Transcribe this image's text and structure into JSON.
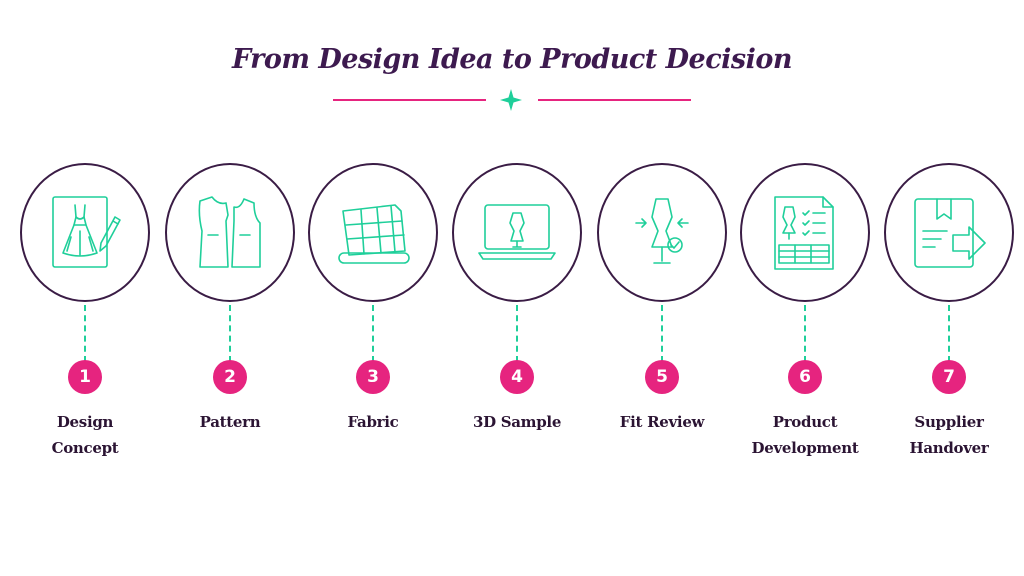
{
  "title": "From Design Idea to Product Decision",
  "colors": {
    "title": "#3d1a4f",
    "accent_pink": "#e6247f",
    "accent_green": "#1fcf9a",
    "circle_border": "#3a1c45"
  },
  "steps": [
    {
      "number": "1",
      "label_line1": "Design",
      "label_line2": "Concept",
      "icon": "dress-sketch-icon"
    },
    {
      "number": "2",
      "label_line1": "Pattern",
      "label_line2": "",
      "icon": "pattern-pieces-icon"
    },
    {
      "number": "3",
      "label_line1": "Fabric",
      "label_line2": "",
      "icon": "fabric-roll-icon"
    },
    {
      "number": "4",
      "label_line1": "3D Sample",
      "label_line2": "",
      "icon": "laptop-mannequin-icon"
    },
    {
      "number": "5",
      "label_line1": "Fit Review",
      "label_line2": "",
      "icon": "mannequin-check-icon"
    },
    {
      "number": "6",
      "label_line1": "Product",
      "label_line2": "Development",
      "icon": "tech-pack-icon"
    },
    {
      "number": "7",
      "label_line1": "Supplier",
      "label_line2": "Handover",
      "icon": "box-arrow-icon"
    }
  ]
}
